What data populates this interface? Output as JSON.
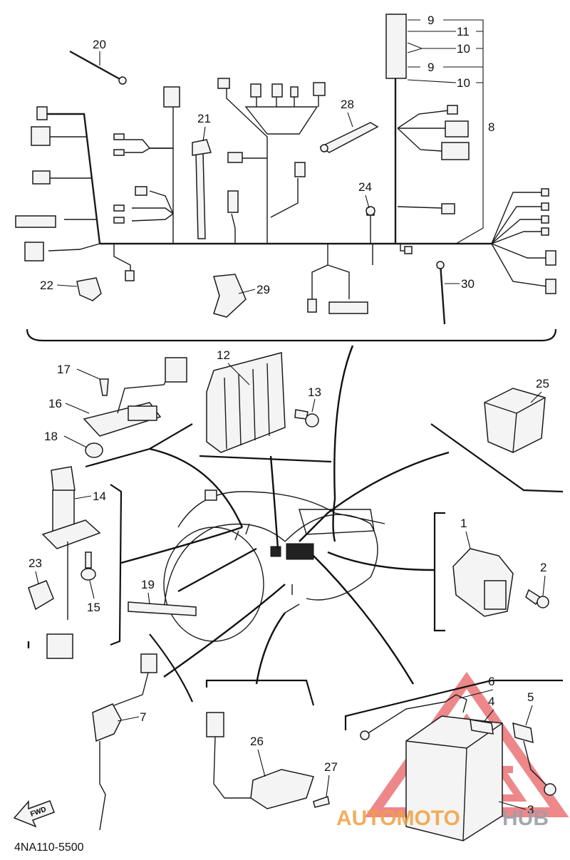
{
  "diagram_code": "4NA110-5500",
  "fwd_label": "FWD",
  "watermark": {
    "brand_left": "AUTOMOTO",
    "brand_right": "HUB",
    "color_accent": "#e0262b",
    "color_text": "#f0a040"
  },
  "callouts": [
    "1",
    "2",
    "3",
    "4",
    "5",
    "6",
    "7",
    "8",
    "9",
    "9",
    "10",
    "10",
    "11",
    "12",
    "13",
    "14",
    "15",
    "16",
    "17",
    "18",
    "19",
    "20",
    "21",
    "22",
    "23",
    "24",
    "25",
    "26",
    "27",
    "28",
    "29",
    "30"
  ]
}
